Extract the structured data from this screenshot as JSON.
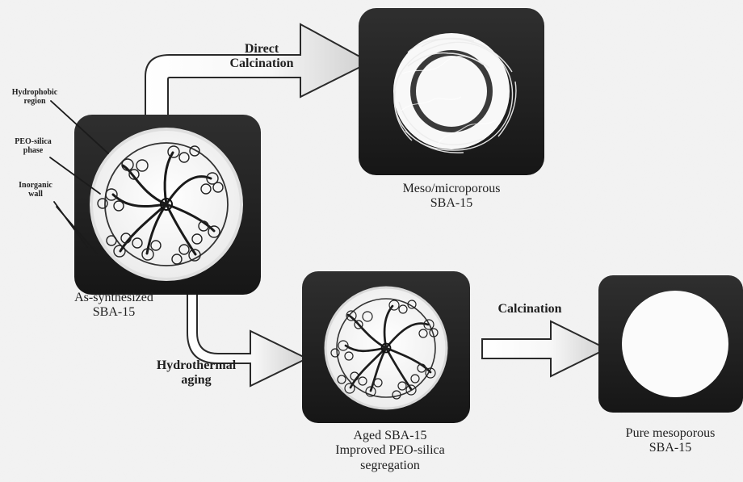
{
  "figure": {
    "labels": {
      "hydrophobic_region_line1": "Hydrophobic",
      "hydrophobic_region_line2": "region",
      "peo_silica_phase_line1": "PEO-silica",
      "peo_silica_phase_line2": "phase",
      "inorganic_wall_line1": "Inorganic",
      "inorganic_wall_line2": "wall",
      "direct_calcination_line1": "Direct",
      "direct_calcination_line2": "Calcination",
      "meso_microporous_line1": "Meso/microporous",
      "meso_microporous_line2": "SBA-15",
      "as_synthesized_line1": "As-synthesized",
      "as_synthesized_line2": "SBA-15",
      "hydrothermal_aging_line1": "Hydrothermal",
      "hydrothermal_aging_line2": "aging",
      "aged_sba15_line1": "Aged SBA-15",
      "aged_sba15_line2": "Improved PEO-silica",
      "aged_sba15_line3": "segregation",
      "calcination": "Calcination",
      "pure_mesoporous_line1": "Pure mesoporous",
      "pure_mesoporous_line2": "SBA-15"
    }
  }
}
